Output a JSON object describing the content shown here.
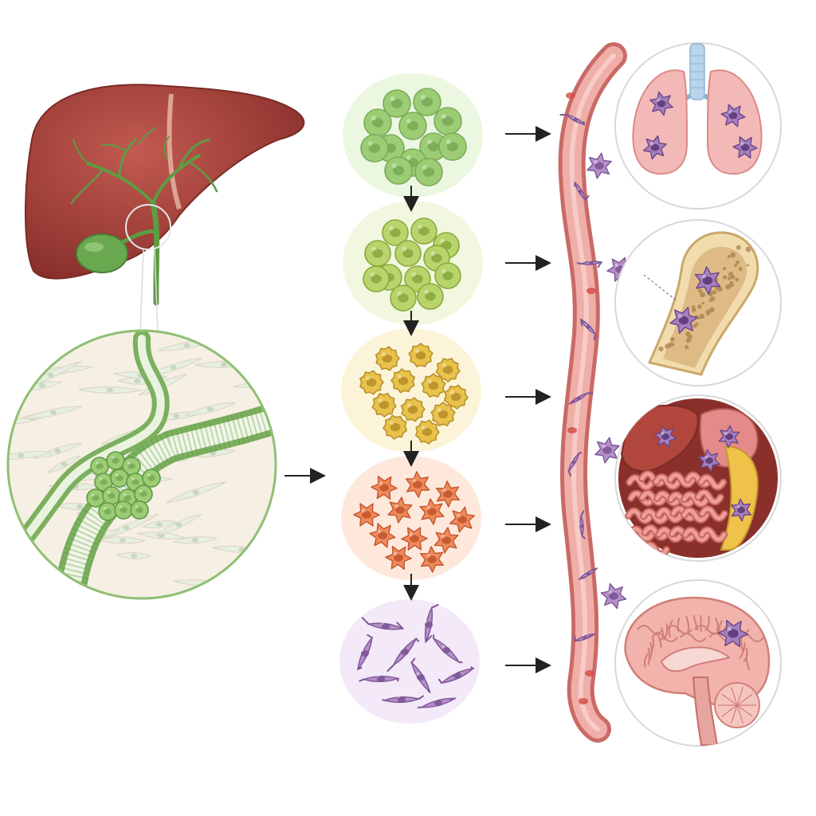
{
  "colors": {
    "liver": "#9b3b35",
    "liver_light": "#c25a50",
    "bile_duct": "#5e9b45",
    "gallbladder": "#6aa84f",
    "tissue_bg": "#f6efe3",
    "vessel": "#e59a94",
    "vessel_dark": "#c96a66",
    "arrow": "#222222",
    "circle_border": "#d8d8d8"
  },
  "stages": [
    {
      "name": "stage-1-normal-cells",
      "color": "#9ccc74",
      "glow": "#e6f4d8",
      "nucleus": "#7aac58",
      "shape": "round"
    },
    {
      "name": "stage-2-early-dysplasia",
      "color": "#b8d46a",
      "glow": "#eef4d4",
      "nucleus": "#8aa840",
      "shape": "round"
    },
    {
      "name": "stage-3-dysplasia",
      "color": "#e8c24a",
      "glow": "#fbf0cc",
      "nucleus": "#b8902a",
      "shape": "irregular"
    },
    {
      "name": "stage-4-carcinoma",
      "color": "#ef8a5a",
      "glow": "#fde0d0",
      "nucleus": "#c2552e",
      "shape": "spiky"
    },
    {
      "name": "stage-5-metastatic-cells",
      "color": "#b58fc8",
      "glow": "#efe2f6",
      "nucleus": "#7d5596",
      "shape": "spindle"
    }
  ],
  "metastasis_sites": [
    {
      "name": "lung-metastasis-site",
      "icon": "lungs-icon"
    },
    {
      "name": "bone-metastasis-site",
      "icon": "bone-icon"
    },
    {
      "name": "abdominal-metastasis-site",
      "icon": "abdomen-icon"
    },
    {
      "name": "brain-metastasis-site",
      "icon": "brain-icon"
    }
  ]
}
